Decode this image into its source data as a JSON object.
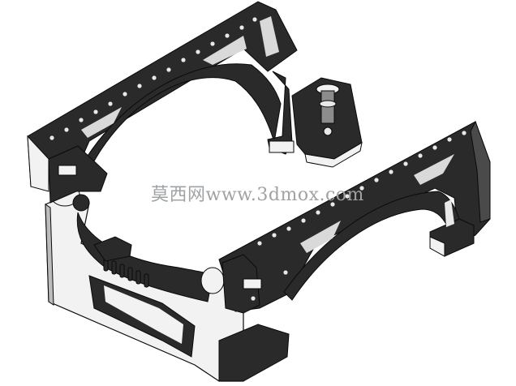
{
  "viewport": {
    "background": "#ffffff",
    "watermark_text": "莫西网www.3dmox.com",
    "watermark_color": "#9fa3a6"
  },
  "model": {
    "body_color": "#2a2a2a",
    "edge_color": "#0a0a0a",
    "highlight_color": "#f2f2f2",
    "shade_color": "#bcbcbc"
  },
  "icons": [
    "bolt-hole",
    "hinge-pivot",
    "rib-slot",
    "clamp-bracket"
  ]
}
